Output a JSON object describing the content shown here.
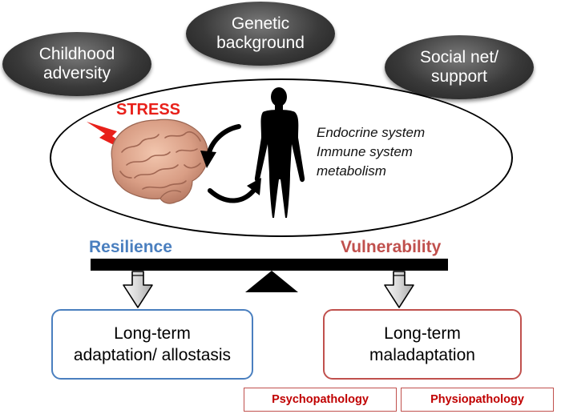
{
  "factors": [
    {
      "label": "Childhood\nadversity"
    },
    {
      "label": "Genetic\nbackground"
    },
    {
      "label": "Social net/\nsupport"
    }
  ],
  "center": {
    "stress_label": "STRESS",
    "systems": [
      "Endocrine system",
      "Immune system",
      "metabolism"
    ]
  },
  "balance": {
    "left_label": "Resilience",
    "right_label": "Vulnerability"
  },
  "outcomes": {
    "left": "Long-term\nadaptation/ allostasis",
    "right": "Long-term\nmaladaptation"
  },
  "pathologies": [
    "Psychopathology",
    "Physiopathology"
  ],
  "colors": {
    "stress": "#e8201a",
    "resilience": "#4a7fbf",
    "vulnerability": "#c0504d"
  }
}
